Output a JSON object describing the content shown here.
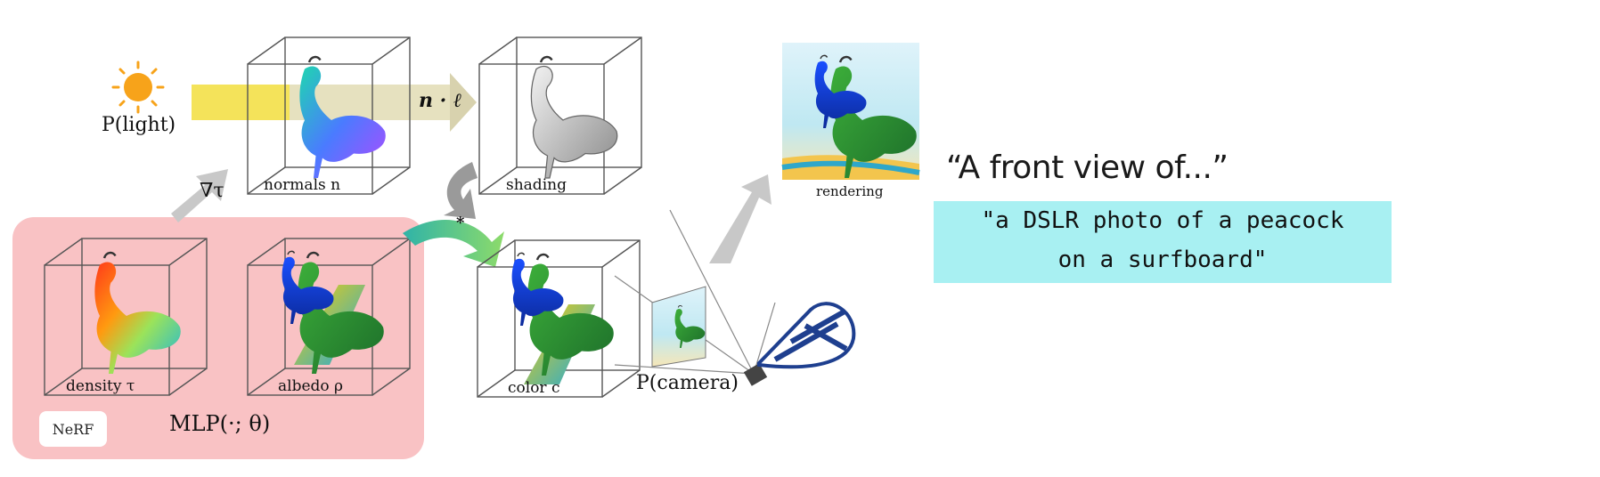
{
  "labels": {
    "light": "P(light)",
    "normals": "normals n",
    "n_dot_l": "n · ℓ",
    "shading": "shading",
    "grad_tau": "∇τ",
    "density": "density τ",
    "albedo": "albedo ρ",
    "multiply": "*",
    "color": "color c",
    "camera": "P(camera)",
    "rendering": "rendering",
    "nerf": "NeRF",
    "mlp": "MLP(·; θ)"
  },
  "prompt": {
    "quote": "“A front view of...”",
    "text_line1": "\"a DSLR photo of a peacock",
    "text_line2": "on a surfboard\""
  },
  "colors": {
    "nerf_panel": "#f9c2c4",
    "prompt_bg": "#a8f0f2",
    "light_beam": "#f4e35a",
    "arrow_gray": "#c8c8c8",
    "sun": "#f7a31a",
    "cube_line": "#555555",
    "camera_blue": "#1e3f8f"
  },
  "icons": [
    "sun-icon",
    "camera-icon",
    "peacock-figure"
  ]
}
